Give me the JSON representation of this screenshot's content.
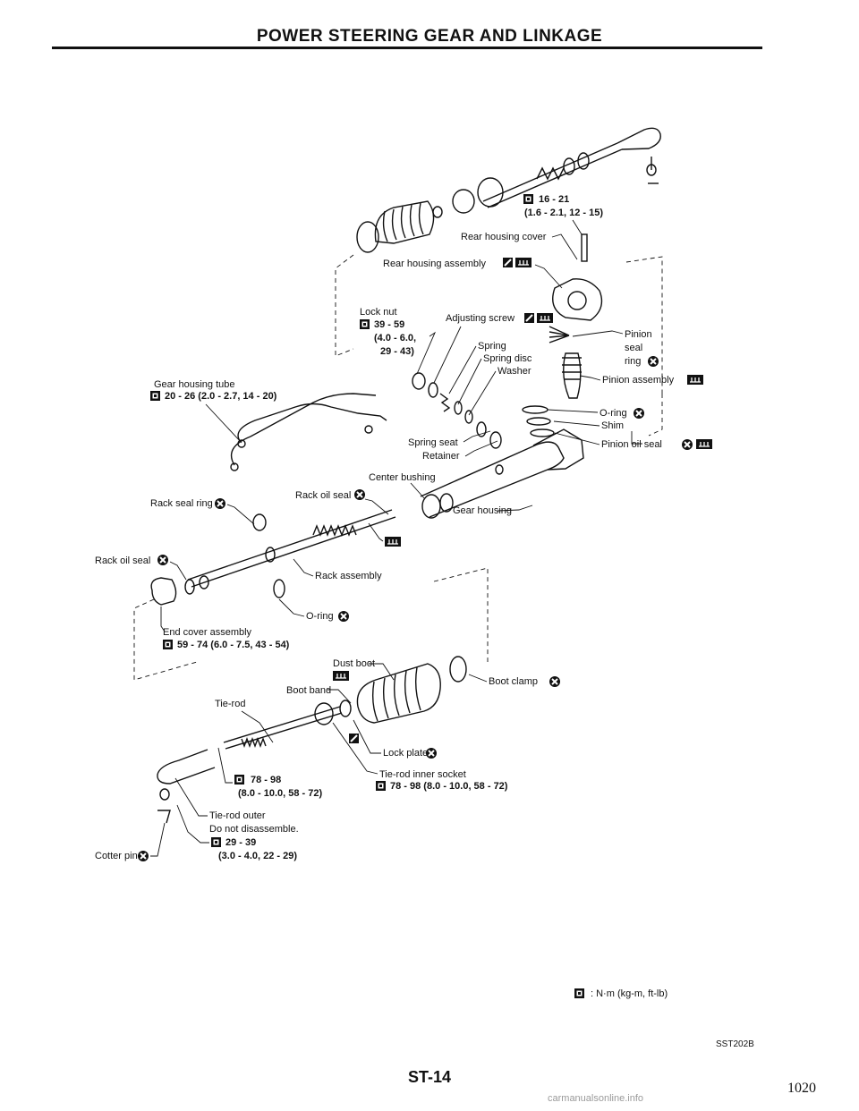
{
  "header": {
    "title": "POWER STEERING GEAR AND LINKAGE"
  },
  "labels": {
    "torque_top": "16 - 21",
    "torque_top_sub": "(1.6 - 2.1, 12 - 15)",
    "rear_housing_cover": "Rear housing cover",
    "rear_housing_assembly": "Rear housing assembly",
    "lock_nut": "Lock nut",
    "lock_nut_t1": "39 - 59",
    "lock_nut_t2": "(4.0 - 6.0,",
    "lock_nut_t3": "29 - 43)",
    "adjusting_screw": "Adjusting screw",
    "spring": "Spring",
    "spring_disc": "Spring disc",
    "washer": "Washer",
    "pinion_seal_ring_1": "Pinion",
    "pinion_seal_ring_2": "seal",
    "pinion_seal_ring_3": "ring",
    "pinion_assembly": "Pinion assembly",
    "gear_housing_tube": "Gear housing tube",
    "gear_housing_tube_t": "20 - 26 (2.0 - 2.7, 14 - 20)",
    "o_ring_1": "O-ring",
    "shim": "Shim",
    "pinion_oil_seal": "Pinion oil seal",
    "spring_seat": "Spring seat",
    "retainer": "Retainer",
    "center_bushing": "Center bushing",
    "rack_seal_ring": "Rack seal ring",
    "rack_oil_seal_1": "Rack oil seal",
    "gear_housing": "Gear housing",
    "rack_oil_seal_2": "Rack oil seal",
    "rack_assembly": "Rack assembly",
    "o_ring_2": "O-ring",
    "end_cover_assembly": "End cover assembly",
    "end_cover_t": "59 - 74 (6.0 - 7.5, 43 - 54)",
    "dust_boot": "Dust boot",
    "boot_band": "Boot band",
    "boot_clamp": "Boot clamp",
    "tie_rod": "Tie-rod",
    "lock_plate": "Lock plate",
    "tie_rod_inner_socket": "Tie-rod inner socket",
    "inner_socket_t": "78 - 98 (8.0 - 10.0, 58 - 72)",
    "tie_rod_t1": "78 - 98",
    "tie_rod_t2": "(8.0 - 10.0, 58 - 72)",
    "tie_rod_outer": "Tie-rod outer",
    "do_not_disassemble": "Do not disassemble.",
    "outer_t1": "29 - 39",
    "outer_t2": "(3.0 - 4.0, 22 - 29)",
    "cotter_pin": "Cotter pin"
  },
  "legend": {
    "units": ": N·m (kg-m, ft-lb)"
  },
  "footer": {
    "figure_code": "SST202B",
    "page_number": "ST-14",
    "side_number": "1020",
    "watermark": "carmanualsonline.info"
  }
}
